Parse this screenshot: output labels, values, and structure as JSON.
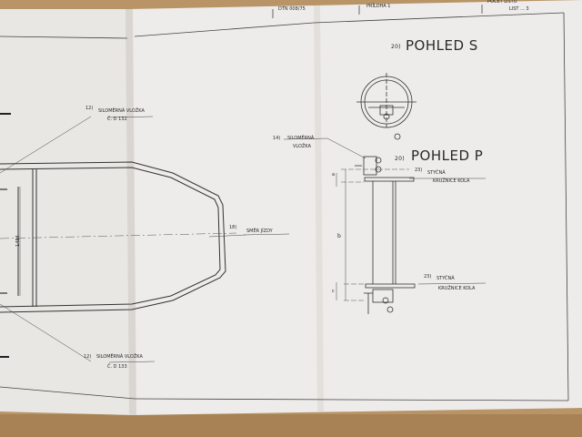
{
  "header": {
    "doc_code": "DTN 008/75",
    "attachment": "PRÍLOHA 1",
    "sheet_count": "POČET LISTŮ",
    "sheet": "LIST ... 3"
  },
  "views": {
    "s": {
      "number": "20)",
      "title": "POHLED S"
    },
    "p": {
      "number": "20)",
      "title": "POHLED P"
    }
  },
  "callouts": {
    "top_insert": {
      "number": "12)",
      "line1": "SILOMĚRNÁ VLOŽKA",
      "line2": "Č. D 132"
    },
    "bottom_insert": {
      "number": "12)",
      "line1": "SILOMĚRNÁ VLOŽKA",
      "line2": "Č. D 133"
    },
    "right_insert": {
      "number": "14)",
      "line1": "SILOMĚRNÁ",
      "line2": "VLOŽKA"
    },
    "direction": {
      "number": "18)",
      "text": "SMĚR JÍZDY"
    },
    "contact_top": {
      "number": "23)",
      "line1": "STYČNÁ",
      "line2": "KRUŽNICE KOLA"
    },
    "contact_bottom": {
      "number": "23)",
      "line1": "STYČNÁ",
      "line2": "KRUŽNICE KOLA"
    }
  },
  "dimensions": {
    "vertical_left": "1484",
    "a": "a",
    "b": "b",
    "c": "c"
  },
  "colors": {
    "table": "#b89466",
    "paper_left": "#eceae6",
    "paper_right": "#eeecea",
    "ink": "#2a2a2a"
  }
}
